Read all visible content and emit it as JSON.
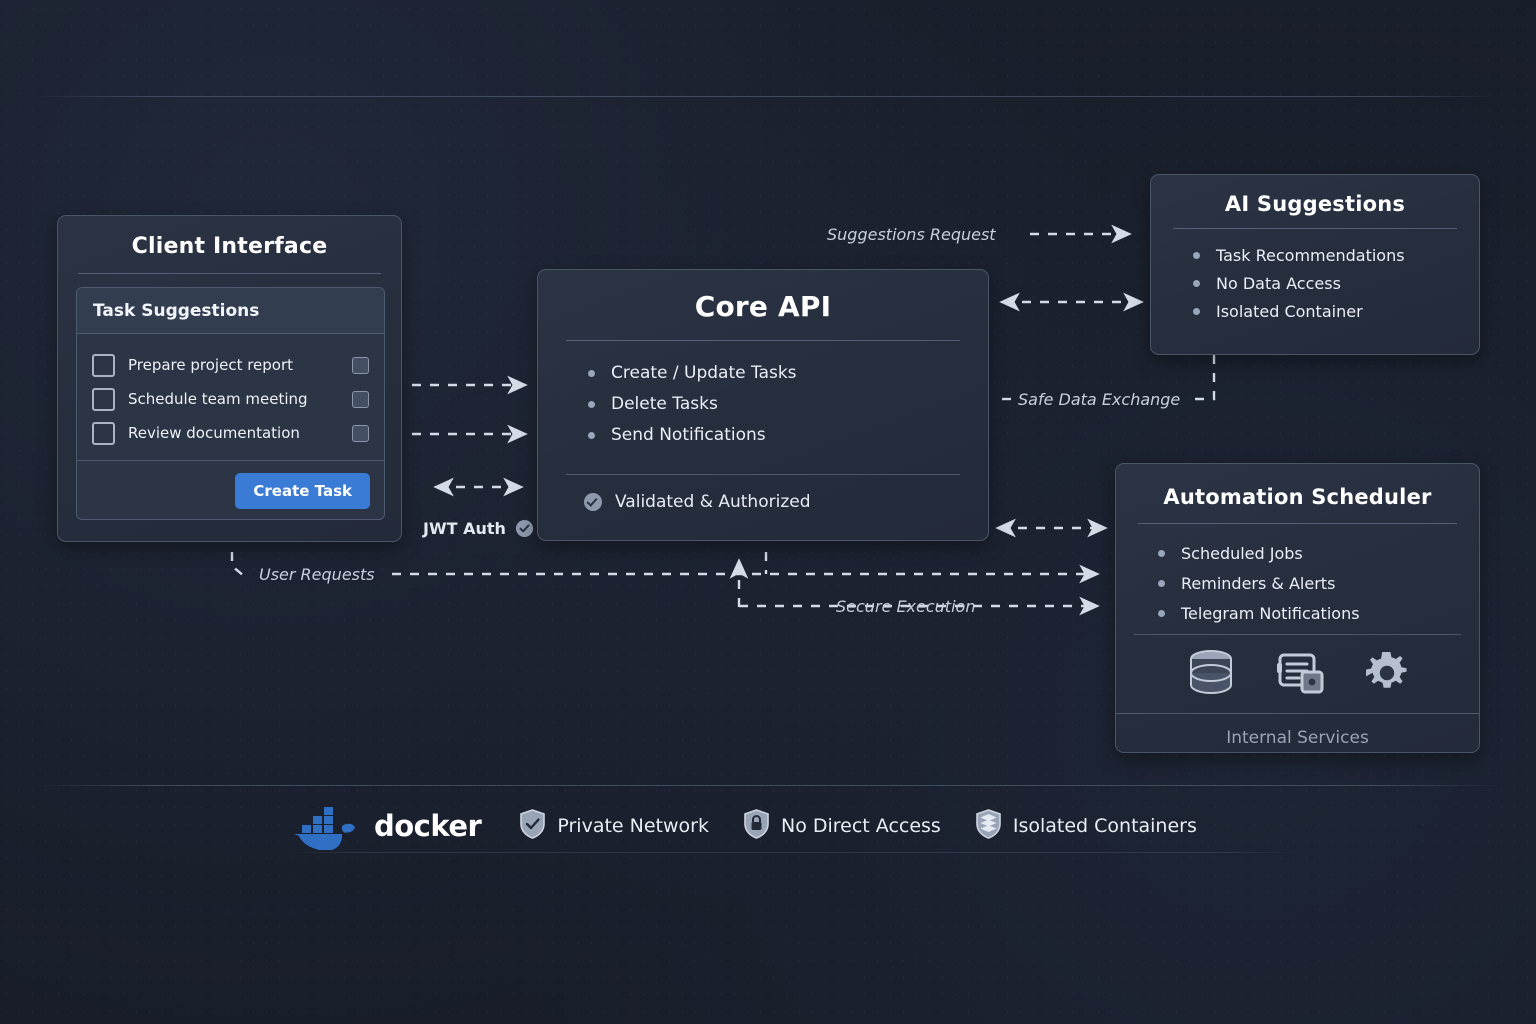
{
  "diagram": {
    "background_color": "#181d29",
    "accent_color": "#3a7bd5",
    "docker_blue": "#2f6fc4"
  },
  "client_panel": {
    "title": "Client Interface",
    "card_header": "Task Suggestions",
    "tasks": [
      {
        "label": "Prepare project report"
      },
      {
        "label": "Schedule team meeting"
      },
      {
        "label": "Review documentation"
      }
    ],
    "button_label": "Create Task"
  },
  "core_panel": {
    "title": "Core API",
    "items": [
      "Create / Update Tasks",
      "Delete Tasks",
      "Send Notifications"
    ],
    "status": "Validated & Authorized"
  },
  "ai_panel": {
    "title": "AI Suggestions",
    "items": [
      "Task Recommendations",
      "No Data Access",
      "Isolated Container"
    ]
  },
  "automation_panel": {
    "title": "Automation Scheduler",
    "items": [
      "Scheduled Jobs",
      "Reminders & Alerts",
      "Telegram Notifications"
    ],
    "service_icons": [
      "database-icon",
      "server-log-icon",
      "gear-icon"
    ],
    "footer_label": "Internal Services"
  },
  "connectors": {
    "suggestions_request": "Suggestions Request",
    "safe_data_exchange": "Safe Data Exchange",
    "jwt_auth": "JWT Auth",
    "user_requests": "User Requests",
    "secure_execution": "Secure Execution"
  },
  "footer": {
    "brand": "docker",
    "badges": [
      {
        "icon": "shield-check-icon",
        "label": "Private Network"
      },
      {
        "icon": "shield-lock-icon",
        "label": "No Direct Access"
      },
      {
        "icon": "layers-icon",
        "label": "Isolated Containers"
      }
    ]
  }
}
